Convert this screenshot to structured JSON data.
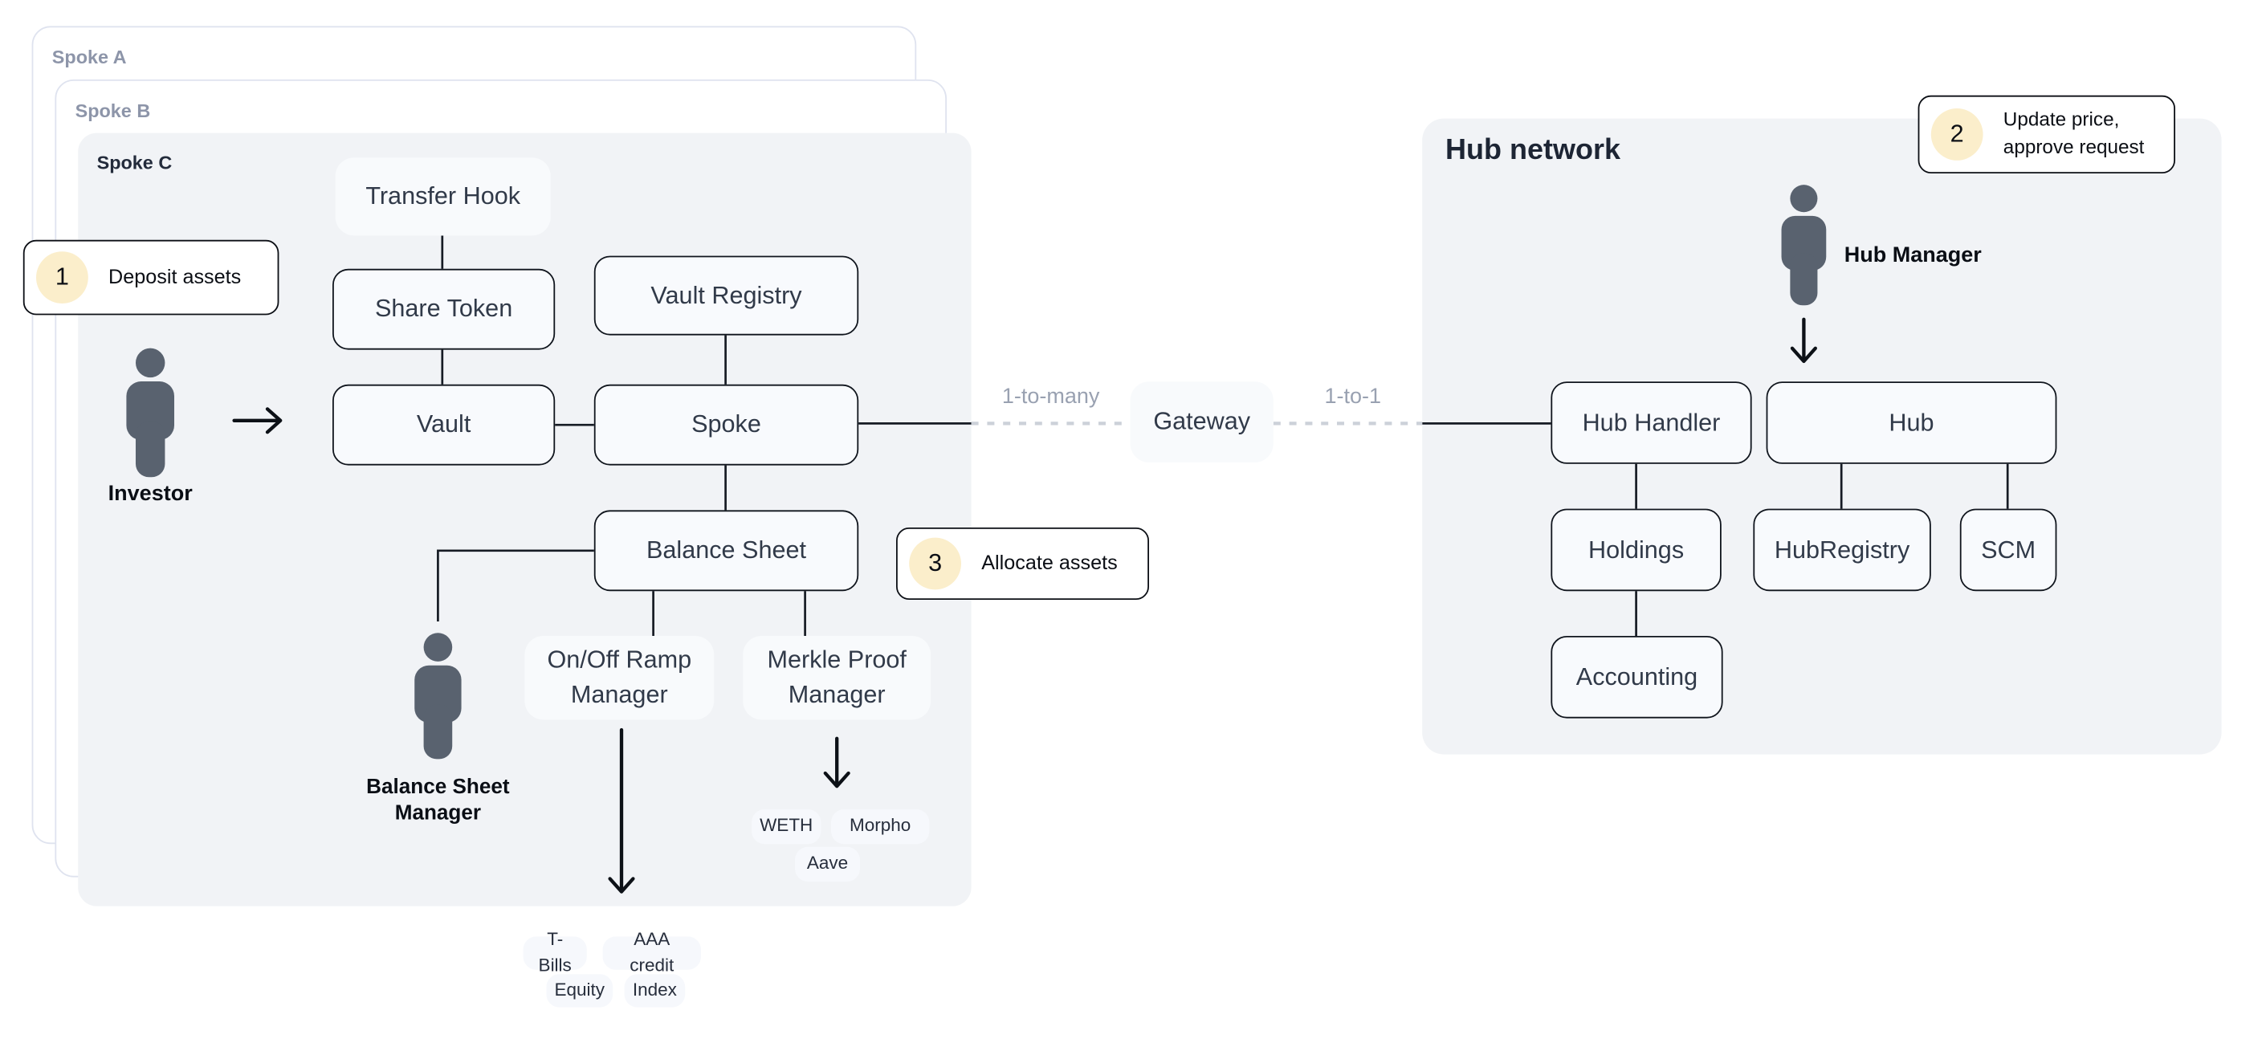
{
  "containers": {
    "spoke_a": {
      "label": "Spoke A"
    },
    "spoke_b": {
      "label": "Spoke B"
    },
    "spoke_c": {
      "label": "Spoke C"
    },
    "hub_network": {
      "title": "Hub network"
    }
  },
  "nodes": {
    "transfer_hook": {
      "label": "Transfer Hook"
    },
    "share_token": {
      "label": "Share Token"
    },
    "vault": {
      "label": "Vault"
    },
    "vault_registry": {
      "label": "Vault Registry"
    },
    "spoke": {
      "label": "Spoke"
    },
    "balance_sheet": {
      "label": "Balance Sheet"
    },
    "onoff_ramp": {
      "label": "On/Off Ramp Manager"
    },
    "merkle_proof": {
      "label": "Merkle Proof Manager"
    },
    "gateway": {
      "label": "Gateway"
    },
    "hub_handler": {
      "label": "Hub Handler"
    },
    "hub": {
      "label": "Hub"
    },
    "holdings": {
      "label": "Holdings"
    },
    "hub_registry": {
      "label": "HubRegistry"
    },
    "scm": {
      "label": "SCM"
    },
    "accounting": {
      "label": "Accounting"
    }
  },
  "actors": {
    "investor": {
      "label": "Investor"
    },
    "balance_sheet_manager": {
      "label": "Balance Sheet Manager"
    },
    "hub_manager": {
      "label": "Hub Manager"
    }
  },
  "callouts": {
    "c1": {
      "num": "1",
      "text": "Deposit assets"
    },
    "c2": {
      "num": "2",
      "text": "Update price, approve request"
    },
    "c3": {
      "num": "3",
      "text": "Allocate assets"
    }
  },
  "links": {
    "left_label": "1-to-many",
    "right_label": "1-to-1"
  },
  "chips": {
    "weth": "WETH",
    "morpho": "Morpho",
    "aave": "Aave",
    "tbills": "T-Bills",
    "aaa_credit": "AAA credit",
    "equity": "Equity",
    "index": "Index"
  },
  "colors": {
    "container_fill": "#f1f3f6",
    "container_outline_border": "#dfe3ef",
    "node_fill": "#f8fafd",
    "node_border": "#10151d",
    "chip_fill": "#f8fafc",
    "badge_fill": "#fbeecb",
    "muted_label": "#8d95a9",
    "dashed_line": "#ccd1d9",
    "person": "#59626f"
  }
}
